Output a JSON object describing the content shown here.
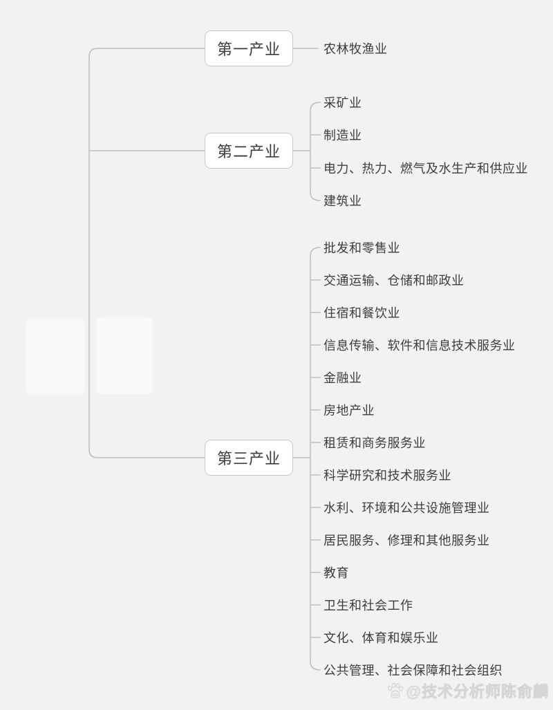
{
  "diagram": {
    "branches": [
      {
        "label": "第一产业",
        "children": [
          "农林牧渔业"
        ]
      },
      {
        "label": "第二产业",
        "children": [
          "采矿业",
          "制造业",
          "电力、热力、燃气及水生产和供应业",
          "建筑业"
        ]
      },
      {
        "label": "第三产业",
        "children": [
          "批发和零售业",
          "交通运输、仓储和邮政业",
          "住宿和餐饮业",
          "信息传输、软件和信息技术服务业",
          "金融业",
          "房地产业",
          "租赁和商务服务业",
          "科学研究和技术服务业",
          "水利、环境和公共设施管理业",
          "居民服务、修理和其他服务业",
          "教育",
          "卫生和社会工作",
          "文化、体育和娱乐业",
          "公共管理、社会保障和社会组织"
        ]
      }
    ]
  },
  "watermark": {
    "text": "@技术分析师陈俞麟",
    "icon": "baidu-paw"
  },
  "colors": {
    "background": "#f2f2f0",
    "box_fill": "#ffffff",
    "box_border": "#c7c7c7",
    "line": "#bcbcbc",
    "text": "#3d3d3d",
    "watermark": "#d5d5d3"
  }
}
